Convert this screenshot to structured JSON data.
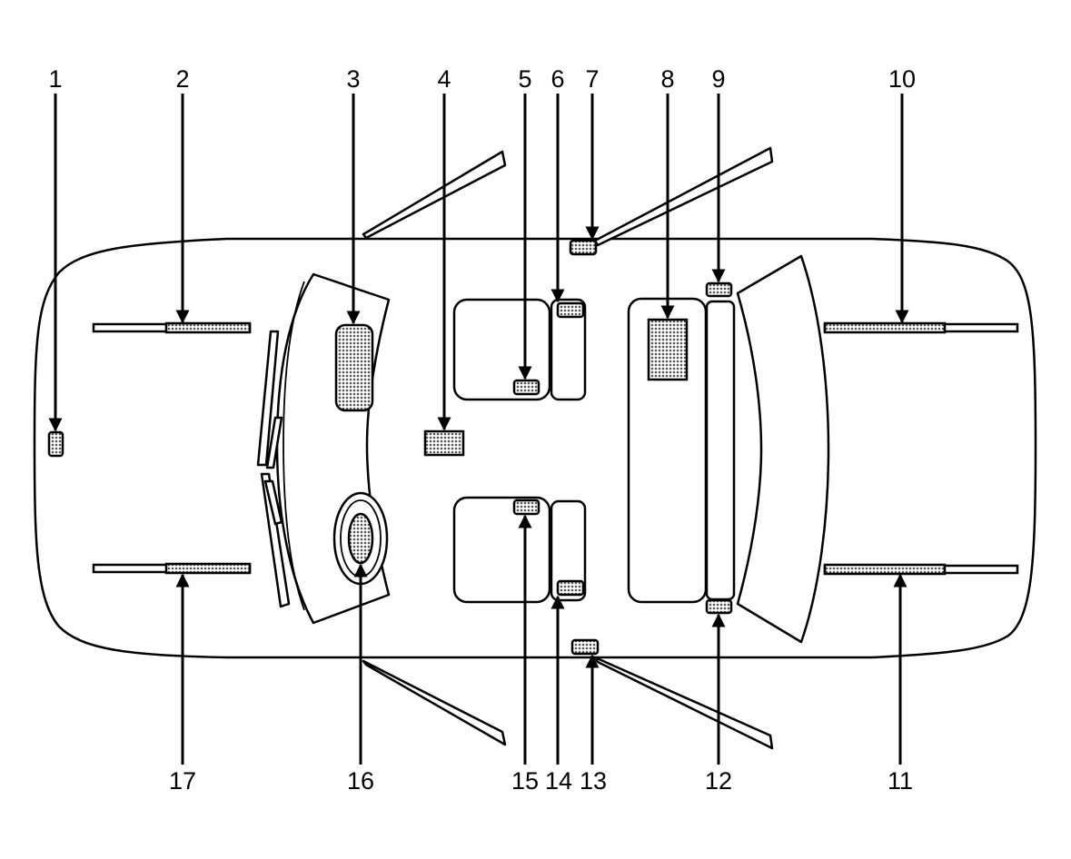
{
  "diagram": {
    "colors": {
      "line": "#000000",
      "background": "#ffffff",
      "fill_dots": "#7a7a7a"
    },
    "callouts_top": [
      "1",
      "2",
      "3",
      "4",
      "5",
      "6",
      "7",
      "8",
      "9",
      "10"
    ],
    "callouts_bottom": [
      "17",
      "16",
      "15",
      "14",
      "13",
      "12",
      "11"
    ]
  }
}
